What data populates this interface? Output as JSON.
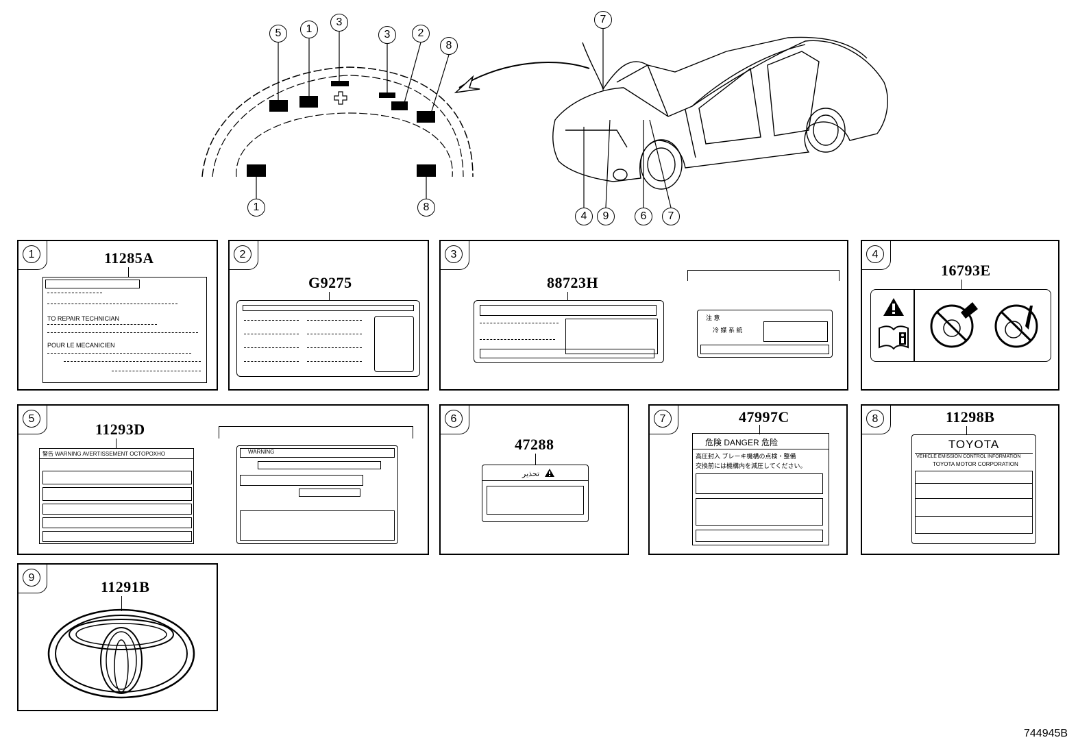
{
  "callouts_top": {
    "c5": "5",
    "c1a": "1",
    "c3a": "3",
    "c3b": "3",
    "c2": "2",
    "c8a": "8",
    "c1b": "1",
    "c8b": "8",
    "c7a": "7",
    "c4": "4",
    "c9": "9",
    "c6": "6",
    "c7b": "7"
  },
  "panels": [
    {
      "num": "1",
      "code": "11285A"
    },
    {
      "num": "2",
      "code": "G9275"
    },
    {
      "num": "3",
      "code": "88723H"
    },
    {
      "num": "4",
      "code": "16793E"
    },
    {
      "num": "5",
      "code": "11293D"
    },
    {
      "num": "6",
      "code": "47288"
    },
    {
      "num": "7",
      "code": "47997C"
    },
    {
      "num": "8",
      "code": "11298B"
    },
    {
      "num": "9",
      "code": "11291B"
    }
  ],
  "label1": {
    "line1": "TO REPAIR TECHNICIAN",
    "line2": "POUR LE MECANICIEN"
  },
  "label3b": {
    "head": "注 意",
    "body": "冷 媒 系 統"
  },
  "label5": {
    "head": "警告 WARNING AVERTISSEMENT OCTOPOXHO",
    "head2": "WARNING"
  },
  "label6": {
    "head": "تحذير"
  },
  "label7": {
    "head": "危険  DANGER  危险",
    "line1": "高圧封入 ブレーキ機構の点検・整備",
    "line2": "交換前には機構内を減圧してください。"
  },
  "label8": {
    "brand": "TOYOTA",
    "line1": "VEHICLE EMISSION CONTROL INFORMATION",
    "line2": "TOYOTA MOTOR CORPORATION"
  },
  "figure_id": "744945B"
}
